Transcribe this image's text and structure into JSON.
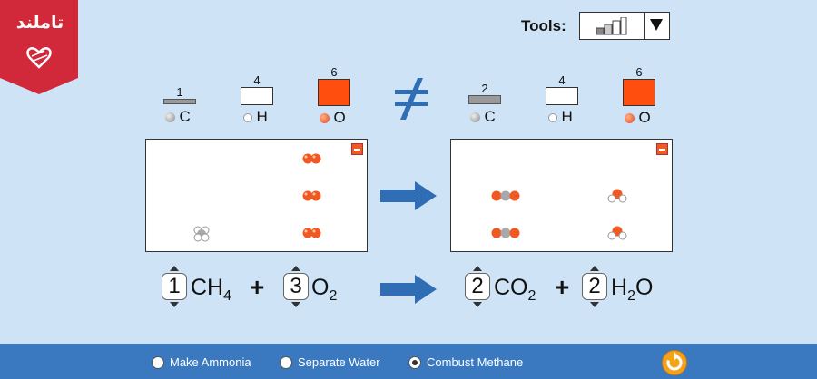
{
  "badge": {
    "text": "تاملند"
  },
  "tools": {
    "label": "Tools:",
    "selected_icon": "bar-chart-icon"
  },
  "not_equal": "≠",
  "reactants_counts": [
    {
      "element": "C",
      "count": "1",
      "color": "#999999",
      "fill": 0.2
    },
    {
      "element": "H",
      "count": "4",
      "color": "#ffffff",
      "fill": 0
    },
    {
      "element": "O",
      "count": "6",
      "color": "#ff4e0e",
      "fill": 1
    }
  ],
  "products_counts": [
    {
      "element": "C",
      "count": "2",
      "color": "#999999",
      "fill": 0.4
    },
    {
      "element": "H",
      "count": "4",
      "color": "#ffffff",
      "fill": 0
    },
    {
      "element": "O",
      "count": "6",
      "color": "#ff4e0e",
      "fill": 1
    }
  ],
  "equation": {
    "reactants": [
      {
        "coefficient": "1",
        "formula": "CH",
        "subscript": "4",
        "tail": ""
      },
      {
        "coefficient": "3",
        "formula": "O",
        "subscript": "2",
        "tail": ""
      }
    ],
    "products": [
      {
        "coefficient": "2",
        "formula": "CO",
        "subscript": "2",
        "tail": ""
      },
      {
        "coefficient": "2",
        "formula": "H",
        "subscript": "2",
        "tail": "O"
      }
    ],
    "plus": "+"
  },
  "reactions": [
    {
      "label": "Make Ammonia",
      "selected": false
    },
    {
      "label": "Separate Water",
      "selected": false
    },
    {
      "label": "Combust Methane",
      "selected": true
    }
  ],
  "colors": {
    "oxygen": "#f05a22",
    "carbon": "#a8a8a8",
    "hydrogen": "#ffffff",
    "arrow": "#2f6db5",
    "accent": "#f5a21b"
  }
}
